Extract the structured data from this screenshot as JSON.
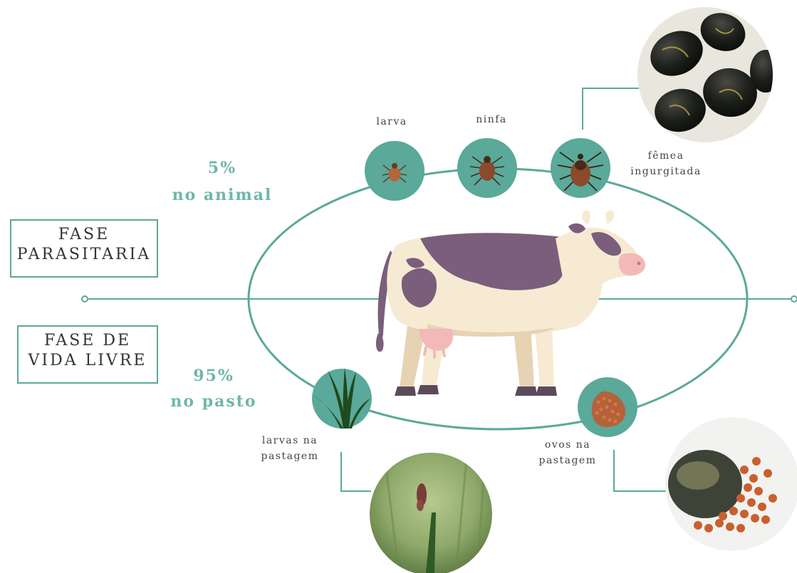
{
  "phases": {
    "parasitic_label": "FASE PARASITARIA",
    "parasitic_line1": "FASE",
    "parasitic_line2": "PARASITARIA",
    "free_label": "FASE DE VIDA LIVRE",
    "free_line1": "FASE DE",
    "free_line2": "VIDA LIVRE"
  },
  "percentages": {
    "animal_value": "5%",
    "animal_text": "no animal",
    "pasture_value": "95%",
    "pasture_text": "no pasto"
  },
  "stages": {
    "larva": "larva",
    "ninfa": "ninfa",
    "femea_line1": "fêmea",
    "femea_line2": "ingurgitada",
    "larvas_line1": "larvas na",
    "larvas_line2": "pastagem",
    "ovos_line1": "ovos na",
    "ovos_line2": "pastagem"
  },
  "colors": {
    "teal": "#5aa99a",
    "teal_light": "#6fb7a8",
    "cow_body": "#f7ead2",
    "cow_spots": "#7b5e7b",
    "tick_brown": "#8b4a2b"
  },
  "icons": [
    "tick-larva-icon",
    "tick-nymph-icon",
    "tick-engorged-icon",
    "grass-icon",
    "eggs-icon",
    "cow-illustration",
    "engorged-ticks-photo",
    "grass-larvae-photo",
    "tick-eggs-photo"
  ]
}
